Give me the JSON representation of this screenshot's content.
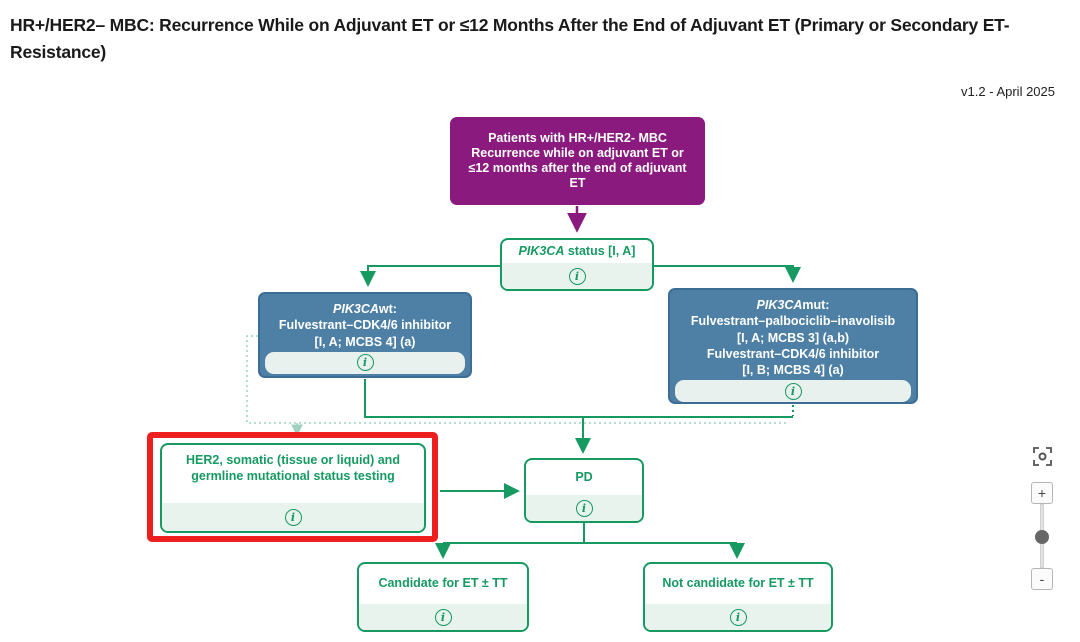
{
  "header": {
    "title": "HR+/HER2– MBC: Recurrence While on Adjuvant ET or ≤12 Months After the End of Adjuvant ET (Primary or Secondary ET-Resistance)",
    "version": "v1.2 - April 2025"
  },
  "flowchart": {
    "root_box": {
      "text": "Patients with HR+/HER2- MBC Recurrence while on adjuvant ET or ≤12 months after the end of adjuvant ET"
    },
    "status_box": {
      "gene": "PIK3CA",
      "rest": " status [I, A]"
    },
    "wt_box": {
      "gene": "PIK3CA",
      "suffix": "wt:",
      "line2": "Fulvestrant–CDK4/6 inhibitor",
      "line3": "[I, A; MCBS 4] (a)"
    },
    "mut_box": {
      "gene": "PIK3CA",
      "suffix": "mut:",
      "line2": "Fulvestrant–palbociclib–inavolisib",
      "line3": "[I, A; MCBS 3] (a,b)",
      "line4": "Fulvestrant–CDK4/6 inhibitor",
      "line5": "[I, B; MCBS 4] (a)"
    },
    "testing_box": {
      "text": "HER2, somatic (tissue or liquid) and germline mutational status testing",
      "highlighted": true
    },
    "pd_box": {
      "text": "PD"
    },
    "candidate_box": {
      "text": "Candidate for ET ± TT"
    },
    "not_candidate_box": {
      "text": "Not candidate for ET ± TT"
    }
  },
  "icons": {
    "info_glyph": "i"
  },
  "zoom_controls": {
    "zoom_in": "+",
    "zoom_out": "-"
  },
  "colors": {
    "purple": "#8a1a7e",
    "blue": "#4e80a6",
    "green": "#169a62",
    "highlight_red": "#ee1f1f",
    "info_strip": "#e8f3ed",
    "dotted_connector": "#9fd1c0"
  }
}
